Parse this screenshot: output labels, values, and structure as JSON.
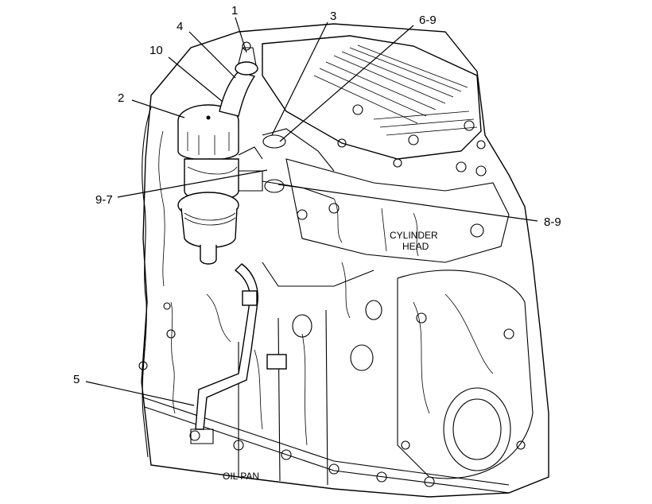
{
  "callouts": {
    "c1": "1",
    "c2": "2",
    "c3": "3",
    "c4": "4",
    "c5": "5",
    "c69": "6-9",
    "c97": "9-7",
    "c10": "10",
    "c89": "8-9"
  },
  "regions": {
    "cylinder_head_line1": "CYLINDER",
    "cylinder_head_line2": "HEAD",
    "oil_pan": "OIL PAN"
  }
}
